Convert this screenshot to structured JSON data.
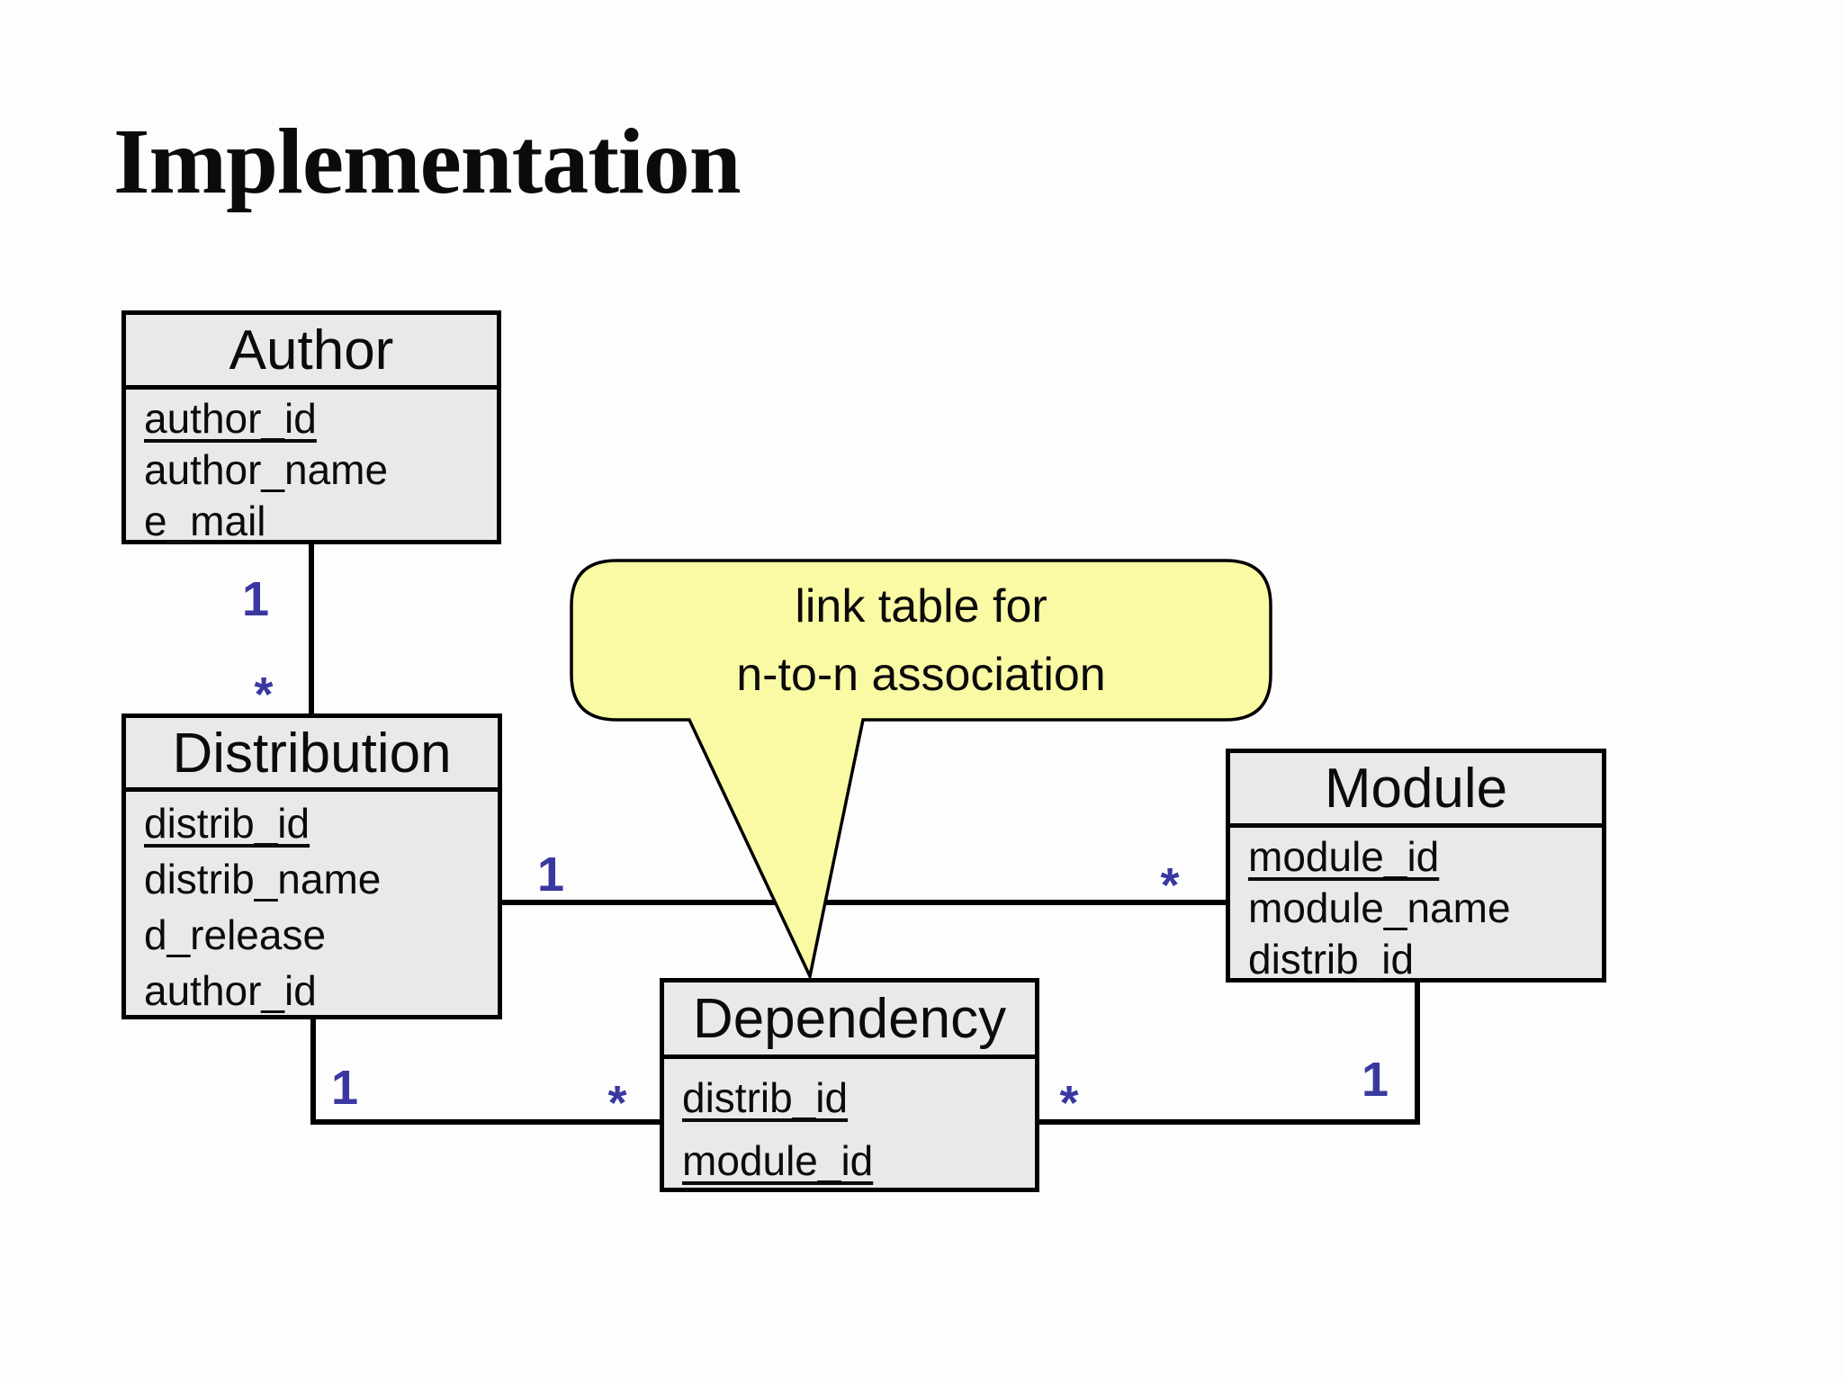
{
  "title": "Implementation",
  "colors": {
    "background": "#fdfdfd",
    "table_fill": "#e9e9e9",
    "table_border": "#000000",
    "callout_fill": "#fafaa5",
    "cardinality_text": "#3a38a0"
  },
  "callout": {
    "line1": "link table for",
    "line2": "n-to-n association"
  },
  "entities": [
    {
      "name": "Author",
      "fields": [
        {
          "name": "author_id",
          "key": true
        },
        {
          "name": "author_name",
          "key": false
        },
        {
          "name": "e_mail",
          "key": false
        }
      ]
    },
    {
      "name": "Distribution",
      "fields": [
        {
          "name": "distrib_id",
          "key": true
        },
        {
          "name": "distrib_name",
          "key": false
        },
        {
          "name": "d_release",
          "key": false
        },
        {
          "name": "author_id",
          "key": false
        }
      ]
    },
    {
      "name": "Module",
      "fields": [
        {
          "name": "module_id",
          "key": true
        },
        {
          "name": "module_name",
          "key": false
        },
        {
          "name": "distrib_id",
          "key": false
        }
      ]
    },
    {
      "name": "Dependency",
      "fields": [
        {
          "name": "distrib_id",
          "key": true
        },
        {
          "name": "module_id",
          "key": true
        }
      ]
    }
  ],
  "relationships": [
    {
      "from": "Author",
      "to": "Distribution",
      "from_card": "1",
      "to_card": "*"
    },
    {
      "from": "Distribution",
      "to": "Module",
      "from_card": "1",
      "to_card": "*"
    },
    {
      "from": "Distribution",
      "to": "Dependency",
      "from_card": "1",
      "to_card": "*"
    },
    {
      "from": "Module",
      "to": "Dependency",
      "from_card": "1",
      "to_card": "*"
    }
  ]
}
